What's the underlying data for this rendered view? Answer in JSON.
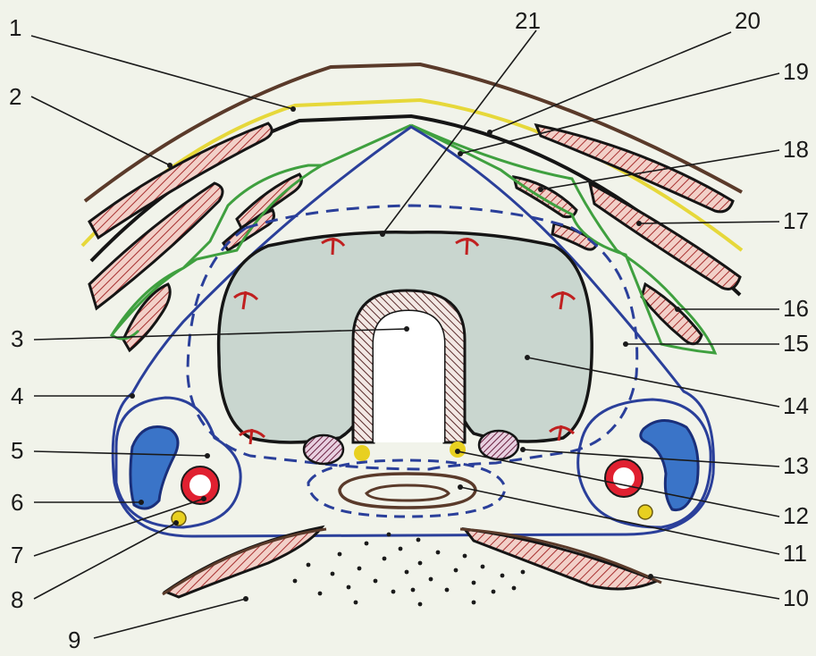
{
  "colors": {
    "background": "#f1f3ea",
    "skin": "#5a3a2a",
    "fat": "#e8dc3a",
    "fascia_black": "#151515",
    "fascia_green": "#3fa03f",
    "fascia_blue": "#2a3f9a",
    "dashed_blue": "#2a3f9a",
    "muscle_hatch": "#b03030",
    "muscle_fill": "#f0c8c0",
    "prostate": "#c9d6cf",
    "vein": "#3a74c8",
    "artery": "#e02030",
    "nerve": "#e8d020",
    "ligature": "#c02020",
    "ducts": "#7a2a4a"
  },
  "labels": {
    "l1": "1",
    "l2": "2",
    "l3": "3",
    "l4": "4",
    "l5": "5",
    "l6": "6",
    "l7": "7",
    "l8": "8",
    "l9": "9",
    "l10": "10",
    "l11": "11",
    "l12": "12",
    "l13": "13",
    "l14": "14",
    "l15": "15",
    "l16": "16",
    "l17": "17",
    "l18": "18",
    "l19": "19",
    "l20": "20",
    "l21": "21"
  }
}
